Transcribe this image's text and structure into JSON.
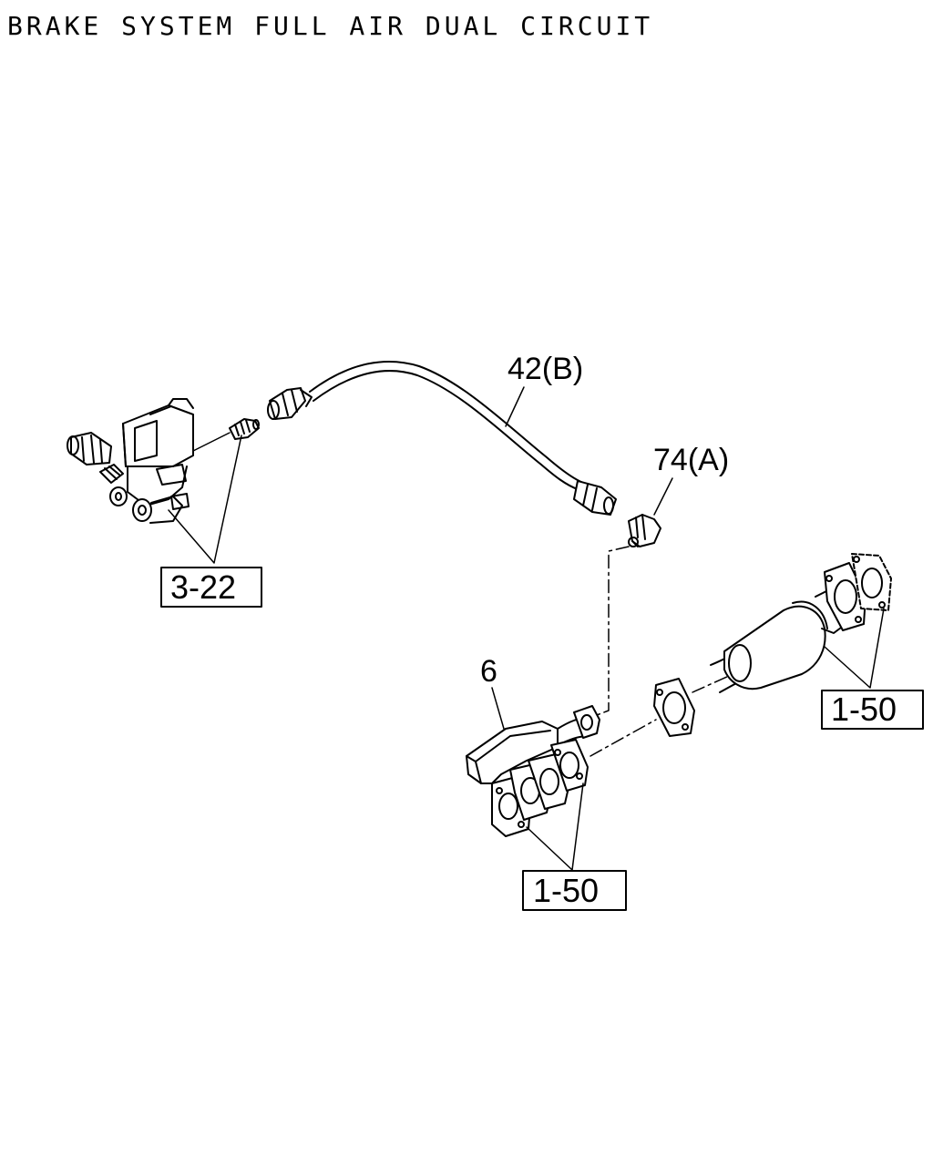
{
  "title": "BRAKE SYSTEM FULL AIR DUAL CIRCUIT",
  "callouts": {
    "hose": "42(B)",
    "elbow": "74(A)",
    "exhaust_pipe": "6",
    "valve_ref": "3-22",
    "exhaust_ref_right": "1-50",
    "exhaust_ref_bottom": "1-50"
  }
}
